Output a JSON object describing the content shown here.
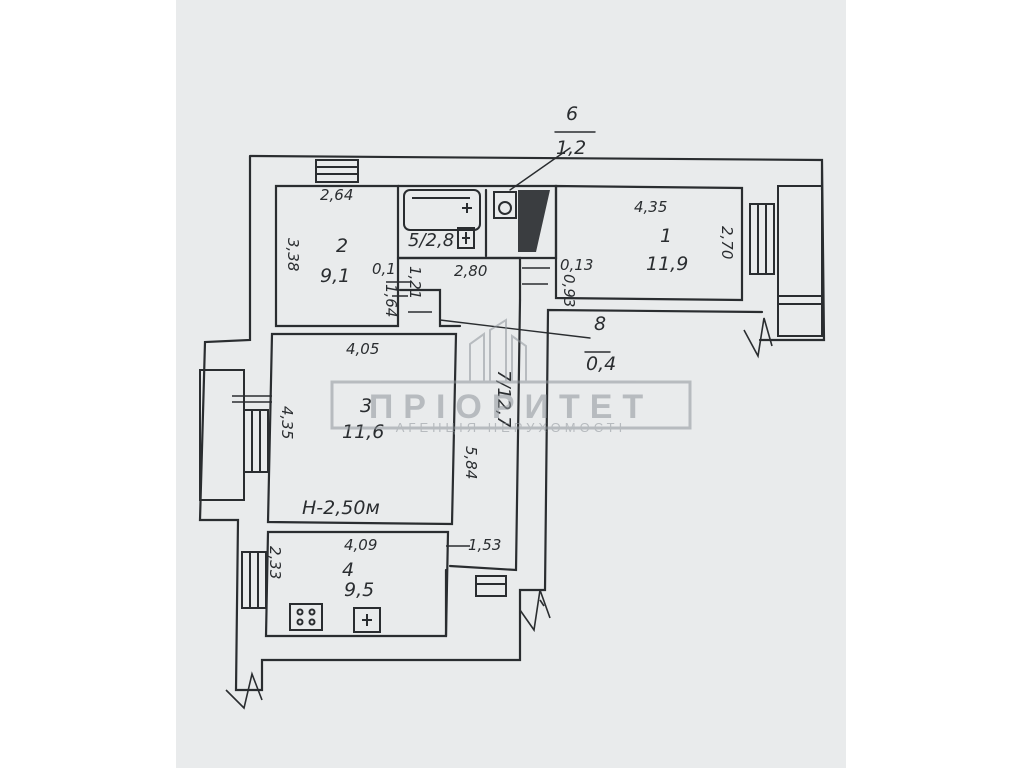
{
  "colors": {
    "paper": "#e9ebec",
    "ink": "#2a2d30",
    "watermark": "#9aa0a6"
  },
  "rooms": {
    "r1": {
      "num": "1",
      "area": "11,9"
    },
    "r2": {
      "num": "2",
      "area": "9,1"
    },
    "r3": {
      "num": "3",
      "area": "11,6"
    },
    "r4": {
      "num": "4",
      "area": "9,5"
    },
    "r5": {
      "label": "5/2,8"
    },
    "r6": {
      "num": "6",
      "area": "1,2"
    },
    "r7": {
      "label": "7/12,7"
    },
    "r8": {
      "num": "8",
      "area": "0,4"
    }
  },
  "dimensions": {
    "d_2_64": "2,64",
    "d_3_38": "3,38",
    "d_0_1": "0,1",
    "d_2_80": "2,80",
    "d_1_21": "1,21",
    "d_1_64": "1,64",
    "d_4_35_top": "4,35",
    "d_2_70": "2,70",
    "d_0_13": "0,13",
    "d_0_93": "0,93",
    "d_4_05": "4,05",
    "d_4_35_left": "4,35",
    "d_5_84": "5,84",
    "d_4_09": "4,09",
    "d_2_33": "2,33",
    "d_1_53": "1,53"
  },
  "ceiling_height": "H-2,50м",
  "watermark": {
    "title": "ПРІОРИТЕТ",
    "subtitle": "АГЕНЦІЯ НЕРУХОМОСТІ"
  },
  "icons": [
    "bathtub-icon",
    "toilet-icon",
    "sink-icon",
    "stove-icon",
    "kitchen-sink-icon",
    "window-icon",
    "door-icon"
  ]
}
